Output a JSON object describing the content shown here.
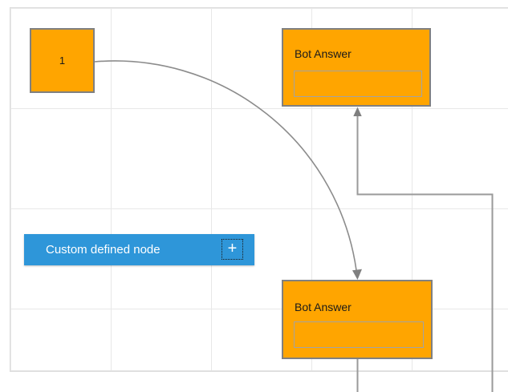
{
  "diagram": {
    "nodes": {
      "start": {
        "label": "1"
      },
      "bot_answer_top": {
        "title": "Bot Answer",
        "input_value": ""
      },
      "bot_answer_bottom": {
        "title": "Bot Answer",
        "input_value": ""
      },
      "custom": {
        "label": "Custom defined node",
        "add_handle_glyph": "+"
      }
    },
    "icons": {
      "add_handle": "plus-icon"
    },
    "colors": {
      "node_fill": "#ffa500",
      "node_border": "#808080",
      "node_input_border": "#a3a3a3",
      "custom_node_fill": "#2e96d9",
      "custom_node_text": "#ffffff",
      "connector": "#949494",
      "arrowhead": "#7f7f7f",
      "grid_line": "#e8e8e8",
      "grid_boundary": "#dcdcdc",
      "canvas_background": "#ffffff"
    }
  }
}
